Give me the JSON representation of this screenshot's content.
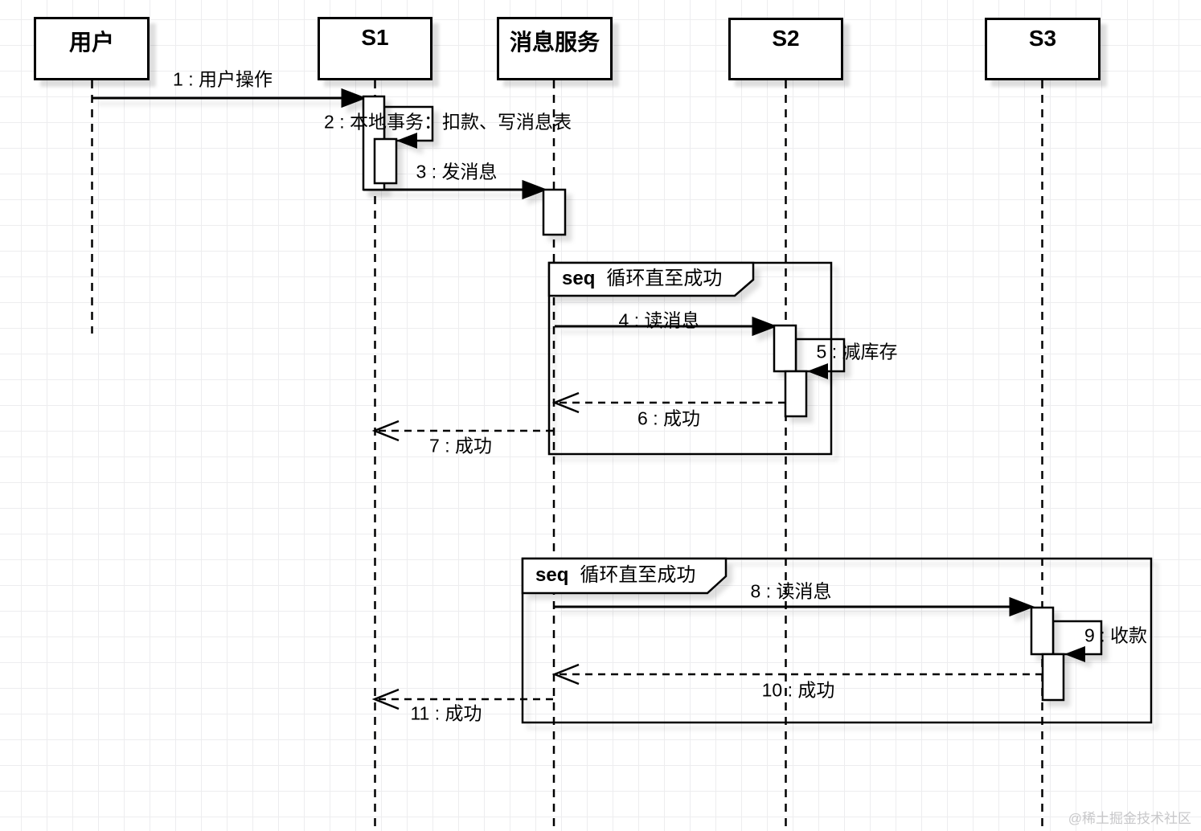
{
  "actors": [
    {
      "label": "用户"
    },
    {
      "label": "S1"
    },
    {
      "label": "消息服务"
    },
    {
      "label": "S2"
    },
    {
      "label": "S3"
    }
  ],
  "messages": [
    {
      "label": "1 : 用户操作"
    },
    {
      "label": "2 : 本地事务：扣款、写消息表"
    },
    {
      "label": "3 : 发消息"
    },
    {
      "label": "4 : 读消息"
    },
    {
      "label": "5 : 减库存"
    },
    {
      "label": "6 : 成功"
    },
    {
      "label": "7 : 成功"
    },
    {
      "label": "8 : 读消息"
    },
    {
      "label": "9 : 收款"
    },
    {
      "label": "10 : 成功"
    },
    {
      "label": "11 : 成功"
    }
  ],
  "frames": [
    {
      "operator": "seq",
      "condition": "循环直至成功"
    },
    {
      "operator": "seq",
      "condition": "循环直至成功"
    }
  ],
  "watermark": {
    "text": "@稀土掘金技术社区"
  },
  "colors": {
    "stroke": "#000000",
    "background": "#ffffff",
    "grid": "#ededef",
    "watermark": "#c8c8ca"
  }
}
